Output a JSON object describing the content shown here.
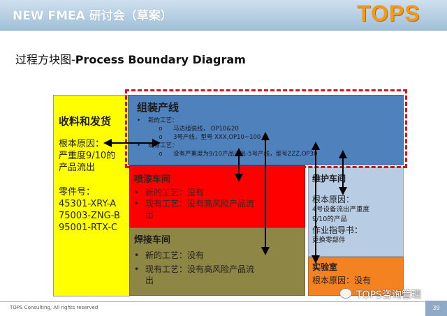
{
  "header": {
    "title": "NEW FMEA 研讨会（草案）",
    "logo": "TOPS",
    "background": "#b5d0e6"
  },
  "slide_title": {
    "prefix": "过程方块图-",
    "suffix": "Process Boundary Diagram"
  },
  "receiving": {
    "title": "收料和发货",
    "root_cause_label": "根本原因：",
    "root_cause_line1": "严重度9/10的",
    "root_cause_line2": "产品流出",
    "part_label": "零件号：",
    "parts": [
      "45301-XRY-A",
      "75003-ZNG-B",
      "95001-RTX-C"
    ]
  },
  "assembly": {
    "title": "组装产线",
    "new_process": "新的工艺：",
    "sub1": "马达组装线，  OP10&20",
    "sub2": "3号产线，型号 XXX,OP10~100",
    "existing": "现有工艺：",
    "sub3": "没有严重度为9/10产品流出-5号产线，型号ZZZ,OP30"
  },
  "paint": {
    "title": "喷漆车间",
    "line1": "新的工艺：没有",
    "line2": "现有工艺：没有高风险产品流",
    "line3": "出"
  },
  "weld": {
    "title": "焊接车间",
    "line1": "新的工艺：没有",
    "line2": "现有工艺：没有高风险产品流",
    "line3": "出"
  },
  "maintenance": {
    "title": "维护车间",
    "root_label": "根本原因：",
    "line1": "4号设备流出严重度",
    "line2": "9/10的产品",
    "line3": "作业指导书：",
    "line4": "更换零部件"
  },
  "lab": {
    "title": "实验室",
    "line1": "根本原因：没有"
  },
  "footer": {
    "copyright": "TOPS Consulting, All rights reserved",
    "page": "39",
    "watermark": "TOPS咨询管理"
  },
  "colors": {
    "receiving": "#ffff00",
    "assembly": "#4f81bd",
    "paint": "#ff0000",
    "weld": "#8e8645",
    "maintenance": "#b8cce4",
    "lab": "#f58220",
    "boundary": "#d4141c"
  }
}
